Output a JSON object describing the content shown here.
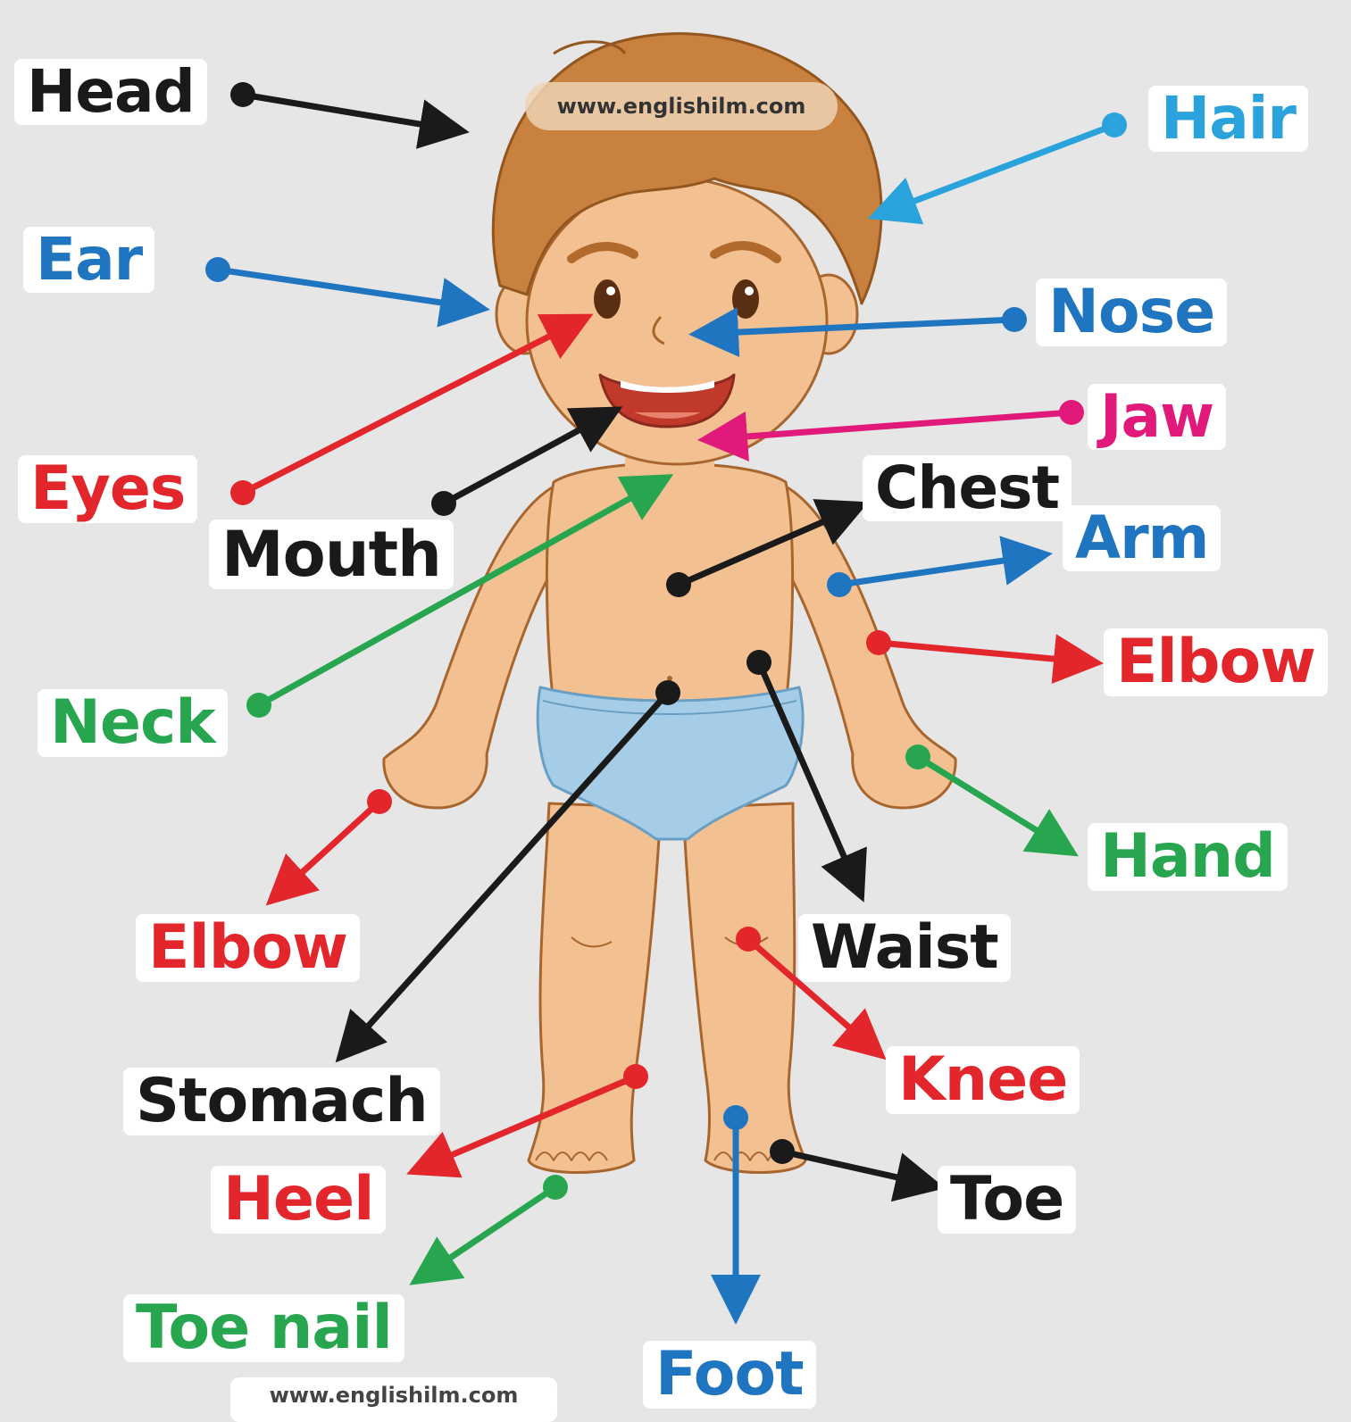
{
  "colors": {
    "black": "#1a1a1a",
    "red": "#e3262b",
    "blue": "#1f75bf",
    "lightblue": "#2aa3dc",
    "green": "#27a64f",
    "pink": "#e0197a",
    "skin": "#f3c091",
    "hair": "#c9813f",
    "diaper": "#a6cde8"
  },
  "watermark": {
    "top": "www.englishilm.com",
    "bottom": "www.englishilm.com"
  },
  "labels": {
    "head": "Head",
    "hair": "Hair",
    "ear": "Ear",
    "nose": "Nose",
    "jaw": "Jaw",
    "eyes": "Eyes",
    "mouth": "Mouth",
    "chest": "Chest",
    "arm": "Arm",
    "elbow_right": "Elbow",
    "neck": "Neck",
    "hand": "Hand",
    "elbow_left": "Elbow",
    "waist": "Waist",
    "knee": "Knee",
    "stomach": "Stomach",
    "heel": "Heel",
    "toe": "Toe",
    "toe_nail": "Toe nail",
    "foot": "Foot"
  }
}
